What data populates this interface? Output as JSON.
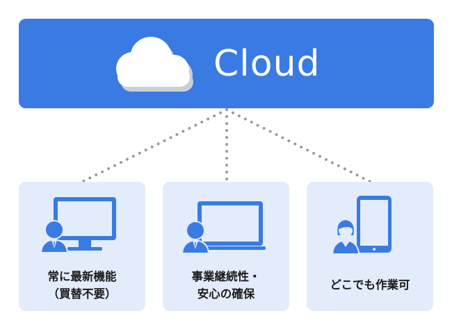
{
  "cloud": {
    "title": "Cloud",
    "icon": "cloud-icon",
    "color": "#3a7be3"
  },
  "cards": [
    {
      "icon": "desktop-user-icon",
      "line1": "常に最新機能",
      "line2": "（買替不要）"
    },
    {
      "icon": "laptop-user-icon",
      "line1": "事業継続性・",
      "line2": "安心の確保"
    },
    {
      "icon": "tablet-user-icon",
      "line1": "どこでも作業可"
    }
  ],
  "colors": {
    "card_bg": "#e3ecfb",
    "icon": "#3a7be3",
    "connector": "#9a9a9a"
  }
}
